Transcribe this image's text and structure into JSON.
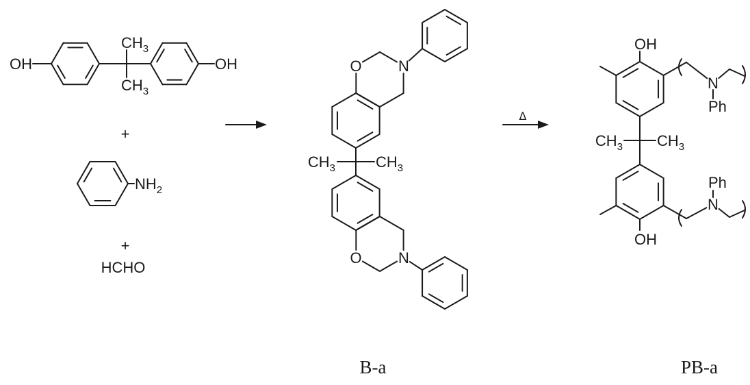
{
  "reactants": {
    "bisphenol_a": {
      "hydroxyl_left": "OH",
      "hydroxyl_right": "OH",
      "methyl_top": {
        "main": "CH",
        "sub": "3"
      },
      "methyl_bottom": {
        "main": "CH",
        "sub": "3"
      }
    },
    "plus_1": "+",
    "aniline": {
      "amine": {
        "main": "NH",
        "sub": "2"
      }
    },
    "plus_2": "+",
    "formaldehyde": "HCHO"
  },
  "monomer": {
    "label": "B-a",
    "oxygen_top": "O",
    "nitrogen_top": "N",
    "methyl_left": {
      "main": "CH",
      "sub": "3"
    },
    "methyl_right": {
      "main": "CH",
      "sub": "3"
    },
    "oxygen_bottom": "O",
    "nitrogen_bottom": "N"
  },
  "heat_symbol": "Δ",
  "polymer": {
    "label": "PB-a",
    "hydroxyl_top": "OH",
    "nitrogen_top": "N",
    "phenyl_top": "Ph",
    "methyl_left": {
      "main": "CH",
      "sub": "3"
    },
    "methyl_right": {
      "main": "CH",
      "sub": "3"
    },
    "phenyl_bottom": "Ph",
    "nitrogen_bottom": "N",
    "hydroxyl_bottom": "OH"
  },
  "colors": {
    "ink": "#1a1a1a",
    "background": "#ffffff"
  }
}
